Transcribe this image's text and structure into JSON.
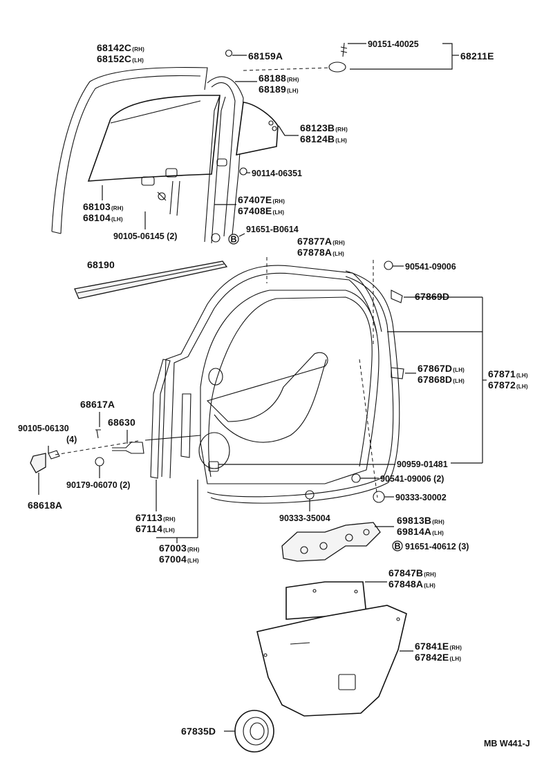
{
  "diagram_code": "MB W441-J",
  "callout_letter": "B",
  "labels": {
    "p68142C": "68142C",
    "p68142C_suf": "(RH)",
    "p68152C": "68152C",
    "p68152C_suf": "(LH)",
    "p68159A": "68159A",
    "p90151_40025": "90151-40025",
    "p68211E": "68211E",
    "p68188": "68188",
    "p68188_suf": "(RH)",
    "p68189": "68189",
    "p68189_suf": "(LH)",
    "p68123B": "68123B",
    "p68123B_suf": "(RH)",
    "p68124B": "68124B",
    "p68124B_suf": "(LH)",
    "p90114_06351": "90114-06351",
    "p68103": "68103",
    "p68103_suf": "(RH)",
    "p68104": "68104",
    "p68104_suf": "(LH)",
    "p67407E": "67407E",
    "p67407E_suf": "(RH)",
    "p67408E": "67408E",
    "p67408E_suf": "(LH)",
    "p90105_06145": "90105-06145 (2)",
    "p91651_B0614": "91651-B0614",
    "p67877A": "67877A",
    "p67877A_suf": "(RH)",
    "p67878A": "67878A",
    "p67878A_suf": "(LH)",
    "p68190": "68190",
    "p90541_09006": "90541-09006",
    "p67869D": "67869D",
    "p67867D": "67867D",
    "p67867D_suf": "(LH)",
    "p67868D": "67868D",
    "p67868D_suf": "(LH)",
    "p67871": "67871",
    "p67871_suf": "(LH)",
    "p67872": "67872",
    "p67872_suf": "(LH)",
    "p68617A": "68617A",
    "p68630": "68630",
    "p90105_06130": "90105-06130",
    "p90105_06130_qty": "(4)",
    "p90959_01481": "90959-01481",
    "p90179_06070": "90179-06070 (2)",
    "p90541_09006_2": "90541-09006 (2)",
    "p68618A": "68618A",
    "p90333_30002": "90333-30002",
    "p67113": "67113",
    "p67113_suf": "(RH)",
    "p67114": "67114",
    "p67114_suf": "(LH)",
    "p90333_35004": "90333-35004",
    "p69813B": "69813B",
    "p69813B_suf": "(RH)",
    "p69814A": "69814A",
    "p69814A_suf": "(LH)",
    "p91651_40612": "91651-40612 (3)",
    "p67003": "67003",
    "p67003_suf": "(RH)",
    "p67004": "67004",
    "p67004_suf": "(LH)",
    "p67847B": "67847B",
    "p67847B_suf": "(RH)",
    "p67848A": "67848A",
    "p67848A_suf": "(LH)",
    "p67841E": "67841E",
    "p67841E_suf": "(RH)",
    "p67842E": "67842E",
    "p67842E_suf": "(LH)",
    "p67835D": "67835D"
  }
}
